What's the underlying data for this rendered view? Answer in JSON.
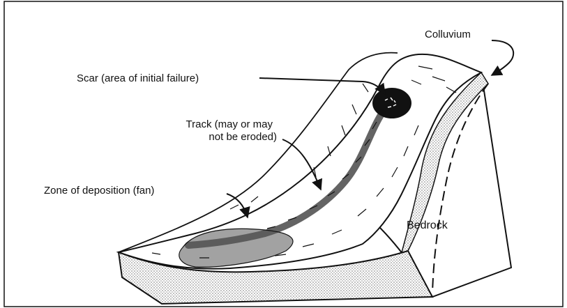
{
  "labels": {
    "colluvium": "Colluvium",
    "scar": "Scar (area of initial failure)",
    "track_line1": "Track (may or may",
    "track_line2": "not be eroded)",
    "deposition": "Zone of deposition (fan)",
    "bedrock": "Bedrock"
  },
  "colors": {
    "ink": "#111111",
    "background": "#ffffff",
    "stipple": "#9a9a9a"
  }
}
